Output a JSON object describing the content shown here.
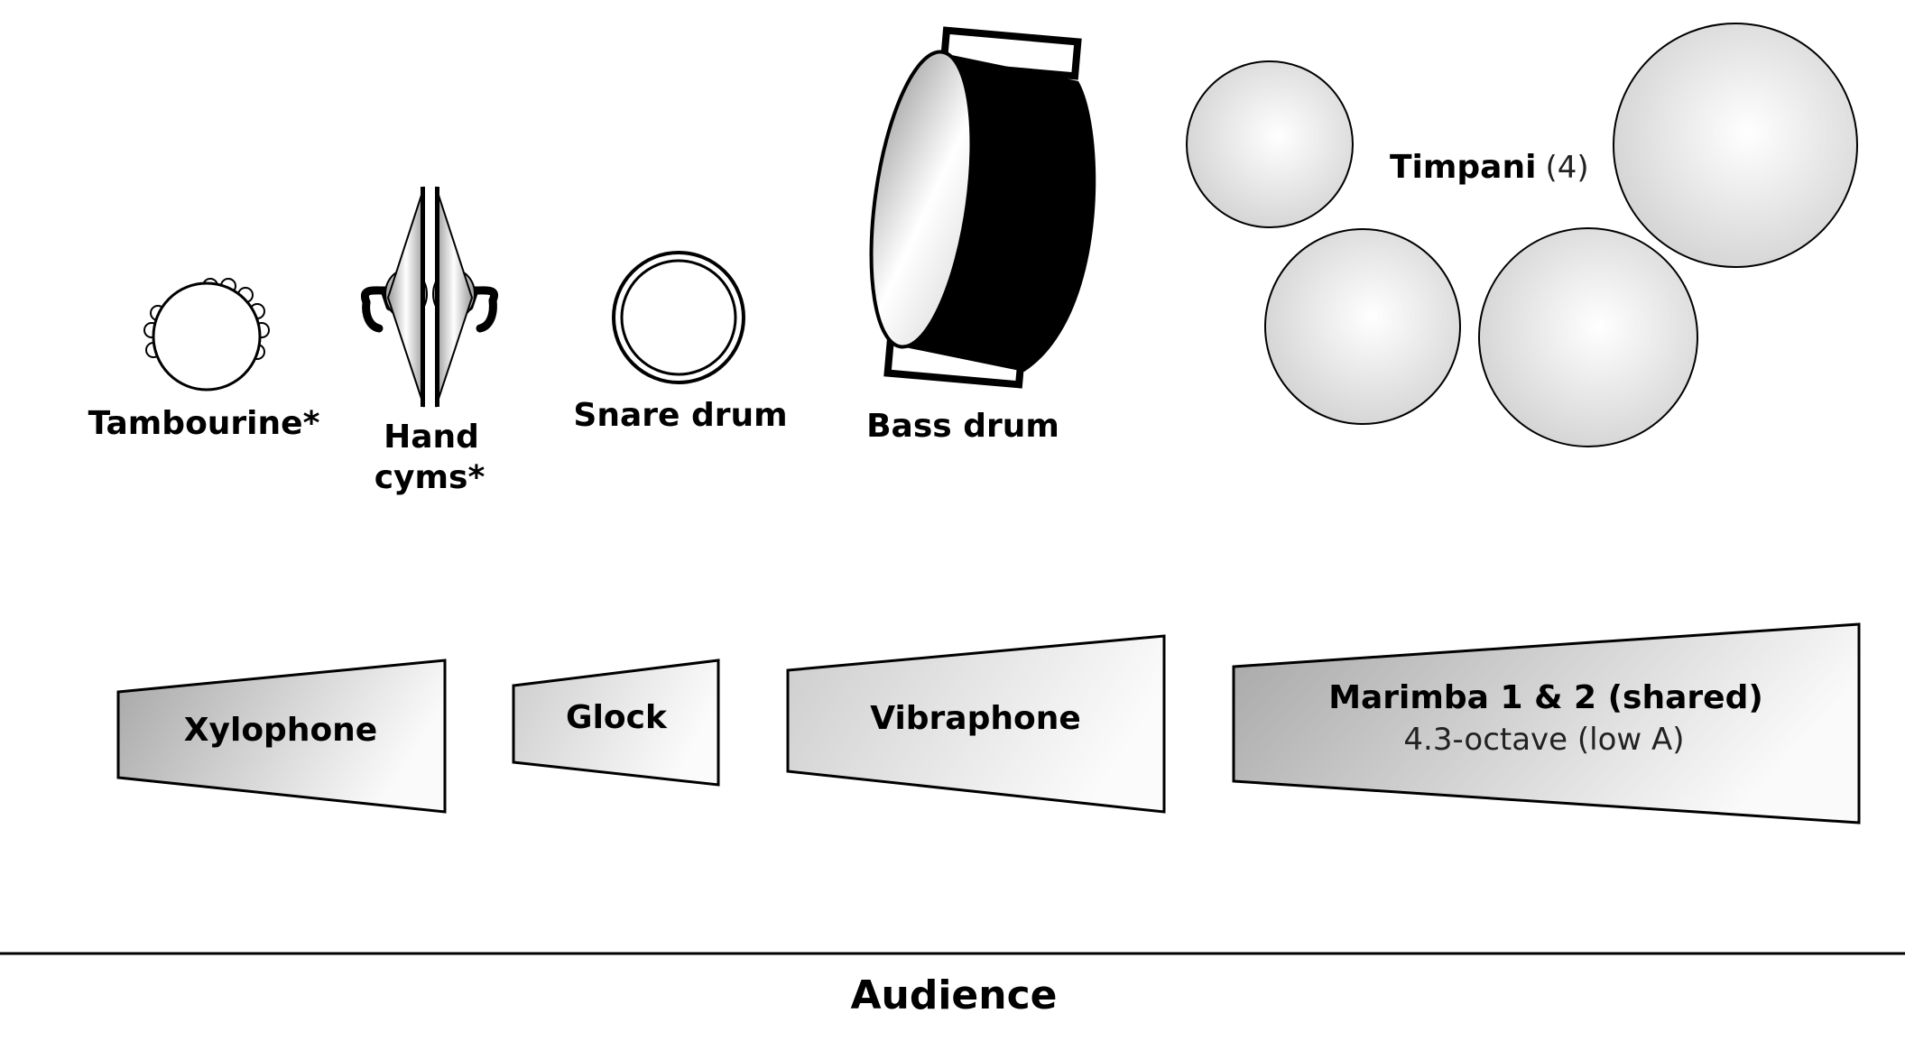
{
  "colors": {
    "ink": "#000000",
    "shell_light": "#f8f8f8",
    "shell_dark": "#c9c9c9",
    "bar_dark": "#a8a8a8"
  },
  "instruments": {
    "tambourine": {
      "label": "Tambourine*"
    },
    "hand_cymbals": {
      "label_line1": "Hand",
      "label_line2": "cyms*"
    },
    "snare": {
      "label": "Snare drum"
    },
    "bass_drum": {
      "label": "Bass drum"
    },
    "timpani": {
      "label": "Timpani",
      "count": "(4)"
    },
    "xylophone": {
      "label": "Xylophone"
    },
    "glock": {
      "label": "Glock"
    },
    "vibraphone": {
      "label": "Vibraphone"
    },
    "marimba": {
      "label": "Marimba 1 & 2 (shared)",
      "note": "4.3-octave (low A)"
    }
  },
  "audience": {
    "label": "Audience"
  }
}
